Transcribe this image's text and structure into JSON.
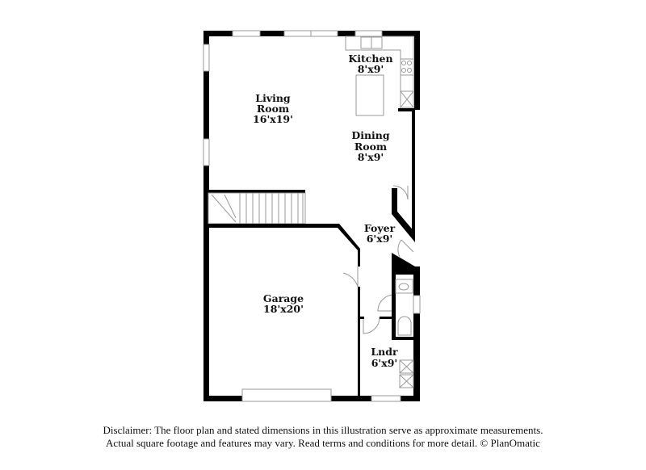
{
  "rooms": {
    "kitchen": {
      "name": "Kitchen",
      "size": "8'x9'"
    },
    "living": {
      "name_line1": "Living",
      "name_line2": "Room",
      "size": "16'x19'"
    },
    "dining": {
      "name_line1": "Dining",
      "name_line2": "Room",
      "size": "8'x9'"
    },
    "foyer": {
      "name": "Foyer",
      "size": "6'x9'"
    },
    "garage": {
      "name": "Garage",
      "size": "18'x20'"
    },
    "laundry": {
      "name": "Lndr",
      "size": "6'x9'"
    }
  },
  "disclaimer": {
    "line1": "Disclaimer: The floor plan and stated dimensions in this illustration serve as approximate measurements.",
    "line2": "Actual square footage and features may vary. Read terms and conditions for more detail. © PlanOmatic"
  },
  "colors": {
    "wall": "#000000",
    "fixture": "#999999",
    "window": "#bbbbbb"
  }
}
